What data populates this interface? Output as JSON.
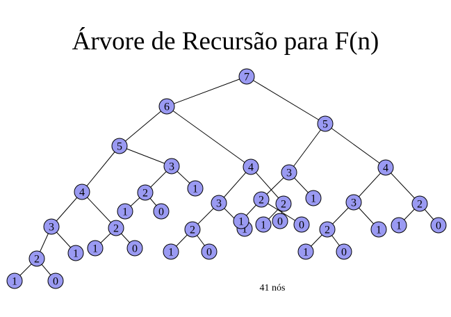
{
  "title": "Árvore de Recursão para F(n)",
  "caption": "41 nós",
  "colors": {
    "node_fill": "#9a9af2",
    "node_stroke": "#000000",
    "edge": "#000000"
  },
  "tree": {
    "v": "7",
    "c": [
      {
        "v": "6",
        "c": [
          {
            "v": "5",
            "c": [
              {
                "v": "4",
                "c": [
                  {
                    "v": "3",
                    "c": [
                      {
                        "v": "2",
                        "c": [
                          {
                            "v": "1"
                          },
                          {
                            "v": "0"
                          }
                        ]
                      },
                      {
                        "v": "1"
                      }
                    ]
                  },
                  {
                    "v": "2",
                    "c": [
                      {
                        "v": "1"
                      },
                      {
                        "v": "0"
                      }
                    ]
                  }
                ]
              },
              {
                "v": "3",
                "c": [
                  {
                    "v": "2",
                    "c": [
                      {
                        "v": "1"
                      },
                      {
                        "v": "0"
                      }
                    ]
                  },
                  {
                    "v": "1"
                  }
                ]
              }
            ]
          },
          {
            "v": "4",
            "c": [
              {
                "v": "3",
                "c": [
                  {
                    "v": "2",
                    "c": [
                      {
                        "v": "1"
                      },
                      {
                        "v": "0"
                      }
                    ]
                  },
                  {
                    "v": "1"
                  }
                ]
              },
              {
                "v": "2",
                "c": [
                  {
                    "v": "1"
                  },
                  {
                    "v": "0"
                  }
                ]
              }
            ]
          }
        ]
      },
      {
        "v": "5",
        "c": [
          {
            "v": "3",
            "c": [
              {
                "v": "2",
                "c": [
                  {
                    "v": "1"
                  },
                  {
                    "v": "0"
                  }
                ]
              },
              {
                "v": "1"
              }
            ]
          },
          {
            "v": "4",
            "c": [
              {
                "v": "3",
                "c": [
                  {
                    "v": "2",
                    "c": [
                      {
                        "v": "1"
                      },
                      {
                        "v": "0"
                      }
                    ]
                  },
                  {
                    "v": "1"
                  }
                ]
              },
              {
                "v": "2",
                "c": [
                  {
                    "v": "1"
                  },
                  {
                    "v": "0"
                  }
                ]
              }
            ]
          }
        ]
      }
    ]
  }
}
